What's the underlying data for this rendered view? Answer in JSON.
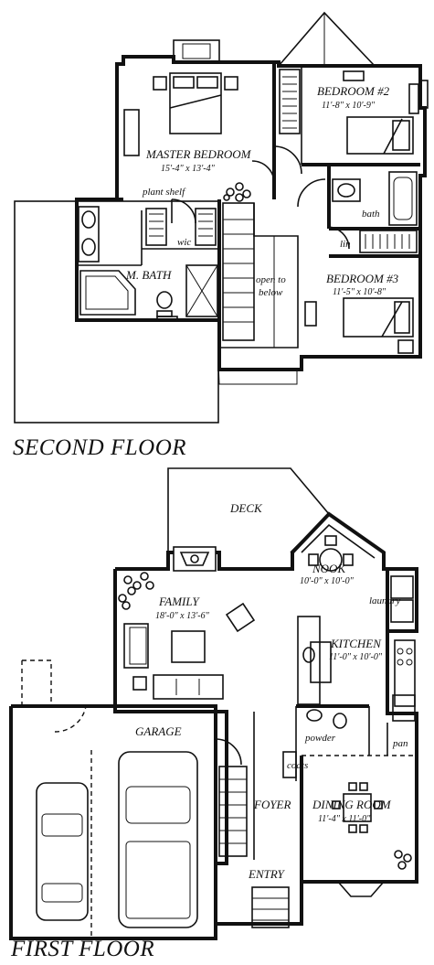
{
  "second_floor": {
    "title": "SECOND FLOOR",
    "master_bedroom": {
      "name": "MASTER BEDROOM",
      "size": "15'-4\" x 13'-4\""
    },
    "bedroom2": {
      "name": "BEDROOM #2",
      "size": "11'-8\" x 10'-9\""
    },
    "bedroom3": {
      "name": "BEDROOM #3",
      "size": "11'-5\" x 10'-8\""
    },
    "plant_shelf": "plant shelf",
    "wic": "wic",
    "m_bath": "M. BATH",
    "bath": "bath",
    "lin": "lin",
    "open_to": "open to",
    "below": "below"
  },
  "first_floor": {
    "title": "FIRST FLOOR",
    "deck": "DECK",
    "nook": {
      "name": "NOOK",
      "size": "10'-0\" x 10'-0\""
    },
    "laundry": "laundry",
    "family": {
      "name": "FAMILY",
      "size": "18'-0\" x 13'-6\""
    },
    "kitchen": {
      "name": "KITCHEN",
      "size": "11'-0\" x 10'-0\""
    },
    "garage": "GARAGE",
    "powder": "powder",
    "pan": "pan",
    "coats": "coats",
    "foyer": "FOYER",
    "dining_room": {
      "name": "DINING ROOM",
      "size": "11'-4\" x 11'-0\""
    },
    "entry": "ENTRY"
  }
}
